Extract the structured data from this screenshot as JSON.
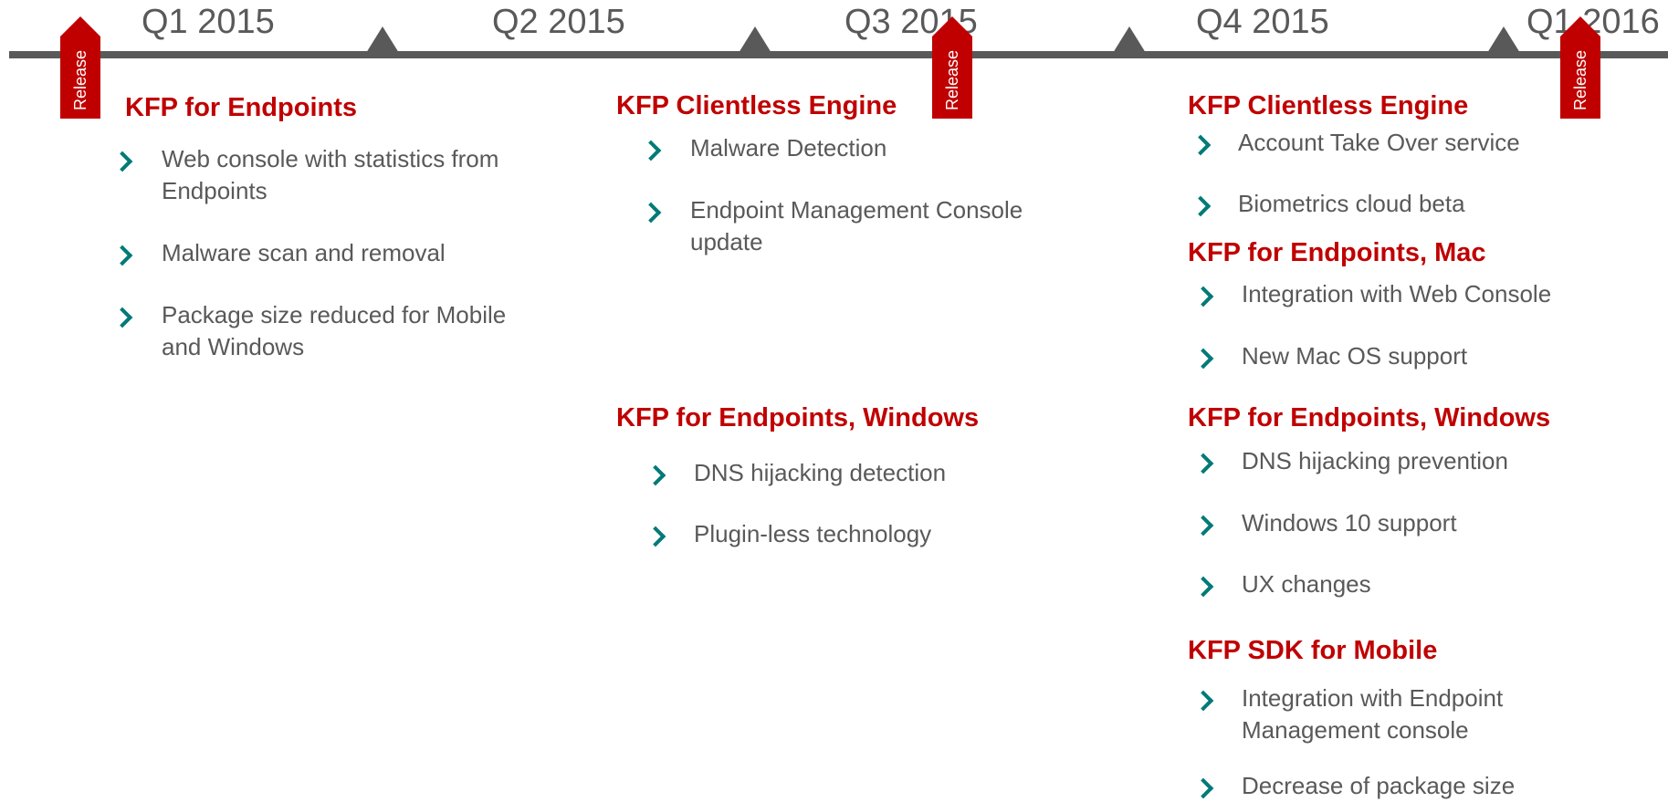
{
  "timeline": {
    "quarters": [
      "Q1 2015",
      "Q2 2015",
      "Q3 2015",
      "Q4 2015",
      "Q1 2016"
    ],
    "release_label": "Release",
    "colors": {
      "line": "#595959",
      "flag": "#c00000",
      "heading": "#c00000",
      "chevron": "#007a78",
      "text": "#595959"
    }
  },
  "columns": [
    {
      "sections": [
        {
          "title": "KFP for Endpoints",
          "items": [
            "Web console with statistics from Endpoints",
            "Malware scan and removal",
            "Package size reduced for Mobile and Windows"
          ]
        }
      ]
    },
    {
      "sections": [
        {
          "title": "KFP Clientless Engine",
          "items": [
            "Malware Detection",
            "Endpoint Management Console update"
          ]
        },
        {
          "title": "KFP for Endpoints, Windows",
          "items": [
            "DNS hijacking detection",
            "Plugin-less technology"
          ]
        }
      ]
    },
    {
      "sections": [
        {
          "title": "KFP Clientless Engine",
          "items": [
            "Account Take Over service",
            "Biometrics cloud beta"
          ]
        },
        {
          "title": "KFP for Endpoints, Mac",
          "items": [
            "Integration with Web Console",
            "New Mac OS support"
          ]
        },
        {
          "title": "KFP for Endpoints, Windows",
          "items": [
            "DNS hijacking prevention",
            "Windows 10 support",
            "UX changes"
          ]
        },
        {
          "title": "KFP SDK for Mobile",
          "items": [
            "Integration with Endpoint Management console",
            "Decrease of package size"
          ]
        }
      ]
    }
  ]
}
